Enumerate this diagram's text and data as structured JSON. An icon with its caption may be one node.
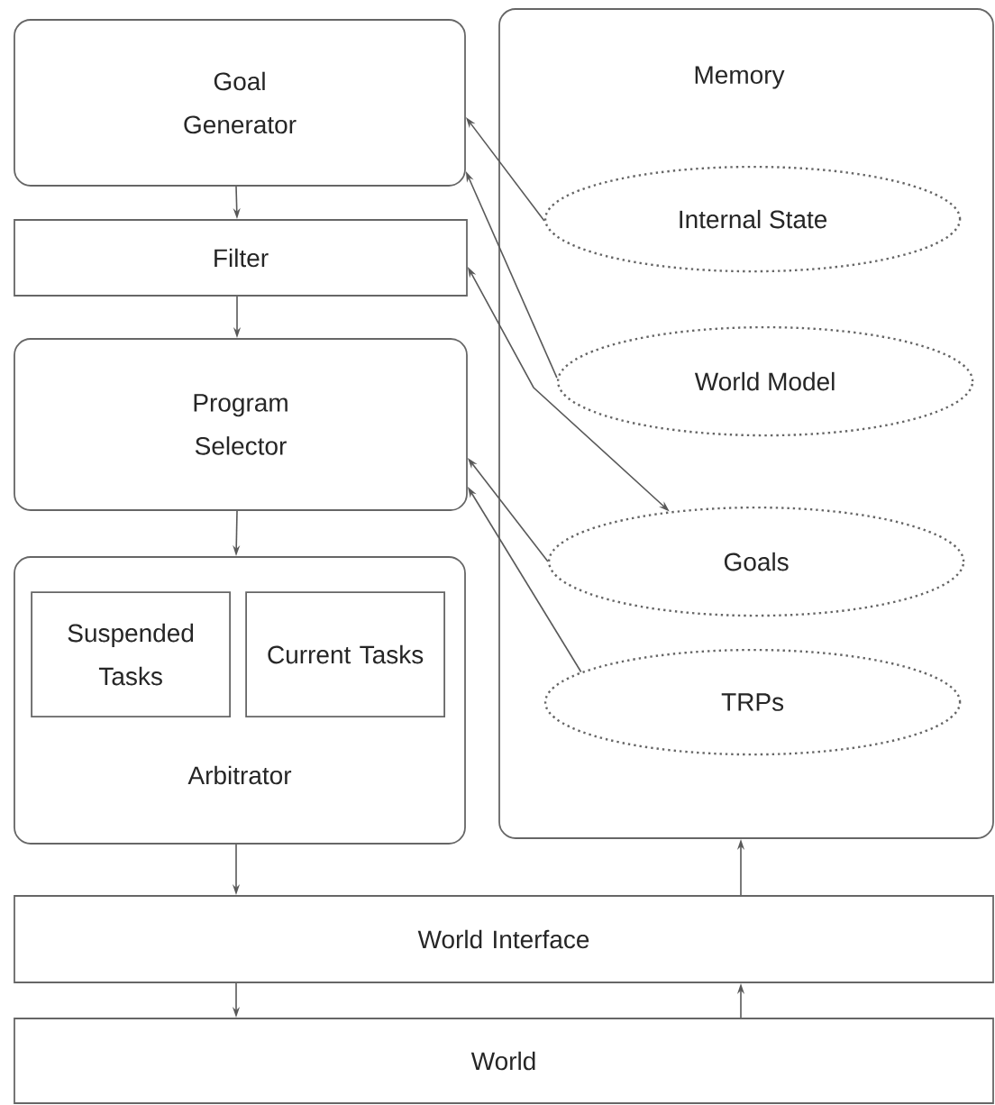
{
  "diagram": {
    "nodes": [
      {
        "text": [
          "Goal Generator"
        ]
      },
      {
        "text": [
          "Filter"
        ]
      },
      {
        "text": [
          "Program Selector"
        ]
      },
      {
        "text": [
          "Arbitrator"
        ]
      },
      {
        "text": [
          "Suspended Tasks"
        ],
        "in": 3
      },
      {
        "text": [
          "Current Tasks"
        ],
        "in": 3
      },
      {
        "text": [
          "Memory"
        ]
      },
      {
        "text": [
          "Internal State"
        ],
        "in": 6
      },
      {
        "text": [
          "World Model"
        ],
        "in": 6
      },
      {
        "text": [
          "Goals"
        ],
        "in": 6
      },
      {
        "text": [
          "TRPs"
        ],
        "in": 6
      },
      {
        "text": [
          "World Interface"
        ]
      },
      {
        "text": [
          "World"
        ]
      }
    ],
    "edges": [
      {
        "from": 0,
        "to": 1,
        "arrow": "to"
      },
      {
        "from": 1,
        "to": 2,
        "arrow": "to"
      },
      {
        "from": 2,
        "to": 3,
        "arrow": "to"
      },
      {
        "from": 3,
        "to": 11,
        "arrow": "to"
      },
      {
        "from": 11,
        "to": 12,
        "arrow": "to"
      },
      {
        "from": 12,
        "to": 11,
        "arrow": "to"
      },
      {
        "from": 11,
        "to": 6,
        "arrow": "to"
      },
      {
        "from": 7,
        "to": 0,
        "arrow": "to"
      },
      {
        "from": 8,
        "to": 0,
        "arrow": "to"
      },
      {
        "from": 1,
        "to": 9,
        "arrow": "both"
      },
      {
        "from": 9,
        "to": 2,
        "arrow": "to"
      },
      {
        "from": 10,
        "to": 2,
        "arrow": "to"
      }
    ]
  }
}
